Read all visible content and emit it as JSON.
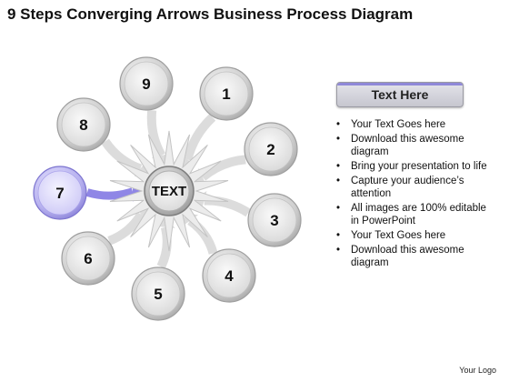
{
  "title": "9 Steps Converging Arrows Business Process Diagram",
  "center_label": "TEXT",
  "steps": [
    {
      "label": "1",
      "highlight": false
    },
    {
      "label": "2",
      "highlight": false
    },
    {
      "label": "3",
      "highlight": false
    },
    {
      "label": "4",
      "highlight": false
    },
    {
      "label": "5",
      "highlight": false
    },
    {
      "label": "6",
      "highlight": false
    },
    {
      "label": "7",
      "highlight": true
    },
    {
      "label": "8",
      "highlight": false
    },
    {
      "label": "9",
      "highlight": false
    }
  ],
  "panel": {
    "header": "Text Here",
    "bullets": [
      "Your Text Goes here",
      "Download this awesome diagram",
      "Bring your presentation to life",
      "Capture your audience’s attention",
      "All images are 100% editable in PowerPoint",
      "Your Text Goes here",
      "Download this awesome diagram"
    ]
  },
  "footer": "Your Logo",
  "colors": {
    "circle_gray": "#c8c8c8",
    "circle_highlight": "#b9b4f0",
    "arrow_gray": "#dcdcdc",
    "arrow_highlight": "#8f86e6"
  }
}
